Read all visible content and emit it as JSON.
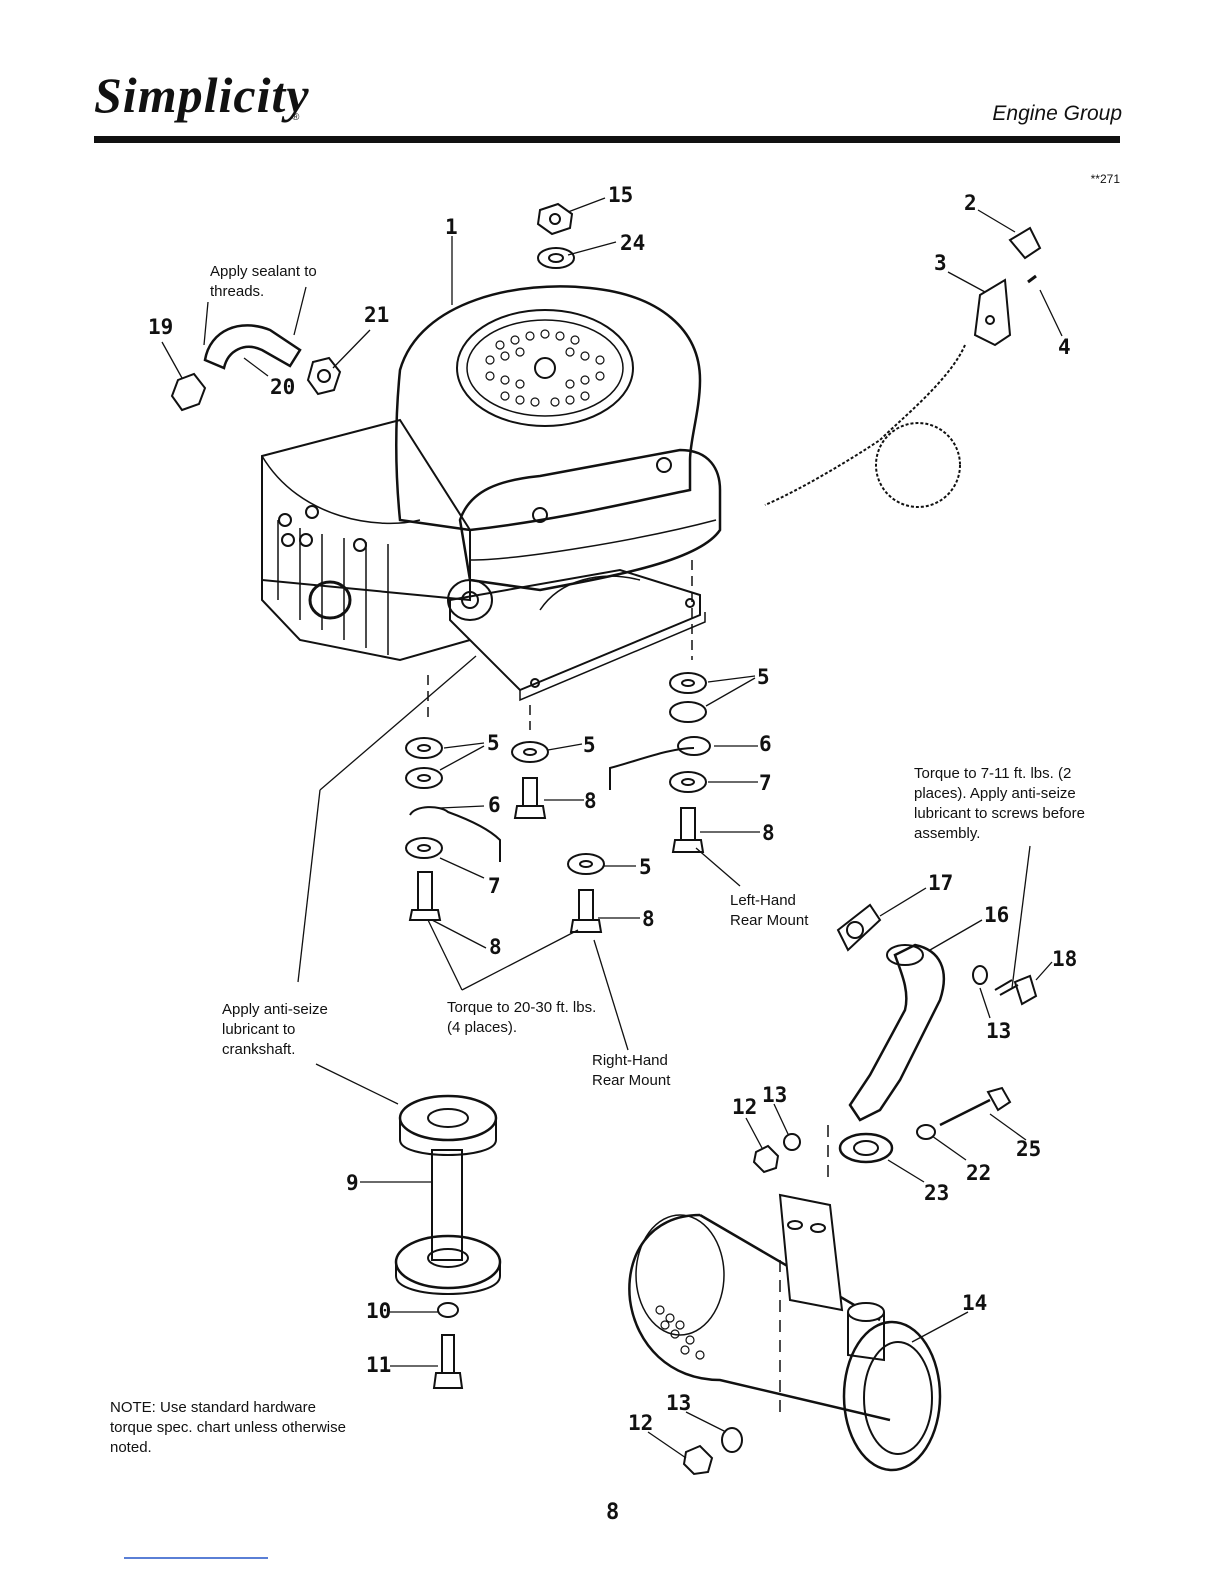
{
  "header": {
    "brand": "Simplicity",
    "registered": "®",
    "section": "Engine Group",
    "code": "**271"
  },
  "callouts": {
    "c1": "1",
    "c2": "2",
    "c3": "3",
    "c4": "4",
    "c5a": "5",
    "c5b": "5",
    "c5c": "5",
    "c5d": "5",
    "c6a": "6",
    "c6b": "6",
    "c7a": "7",
    "c7b": "7",
    "c8a": "8",
    "c8b": "8",
    "c8c": "8",
    "c8d": "8",
    "c9": "9",
    "c10": "10",
    "c11": "11",
    "c12a": "12",
    "c12b": "12",
    "c13a": "13",
    "c13b": "13",
    "c13c": "13",
    "c14": "14",
    "c15": "15",
    "c16": "16",
    "c17": "17",
    "c18": "18",
    "c19": "19",
    "c20": "20",
    "c21": "21",
    "c22": "22",
    "c23": "23",
    "c24": "24",
    "c25": "25"
  },
  "notes": {
    "sealant": "Apply sealant to threads.",
    "torque_exhaust": "Torque to 7-11 ft. lbs. (2 places). Apply anti-seize lubricant to screws before assembly.",
    "left_mount": "Left-Hand Rear Mount",
    "anti_seize": "Apply anti-seize lubricant to crankshaft.",
    "torque_mount": "Torque to 20-30 ft. lbs. (4 places).",
    "right_mount": "Right-Hand Rear Mount",
    "hardware_note": "NOTE: Use standard hardware torque spec. chart unless otherwise noted."
  },
  "page_number": "8"
}
